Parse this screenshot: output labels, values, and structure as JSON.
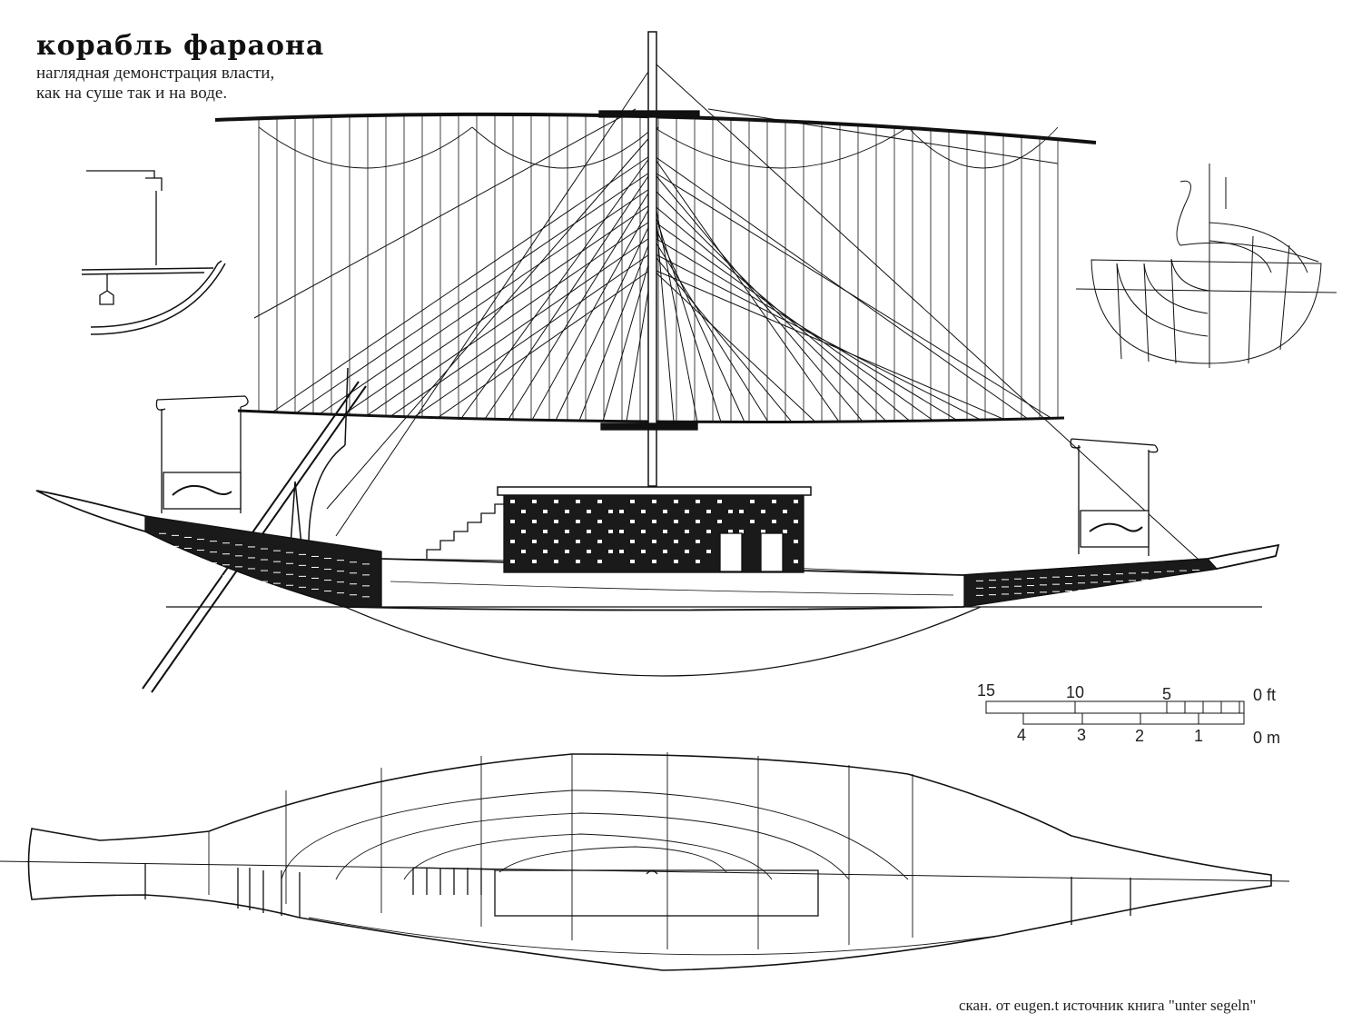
{
  "title": "корабль фараона",
  "subtitle_lines": [
    "наглядная демонстрация власти,",
    "как на суше так и на воде."
  ],
  "credit": "скан. от eugen.t источник книга  \"unter segeln\"",
  "scale_bar": {
    "feet_labels": [
      "15",
      "10",
      "5",
      "0 ft"
    ],
    "meter_labels": [
      "4",
      "3",
      "2",
      "1",
      "0 m"
    ]
  },
  "colors": {
    "ink": "#111111",
    "paper": "#ffffff"
  }
}
